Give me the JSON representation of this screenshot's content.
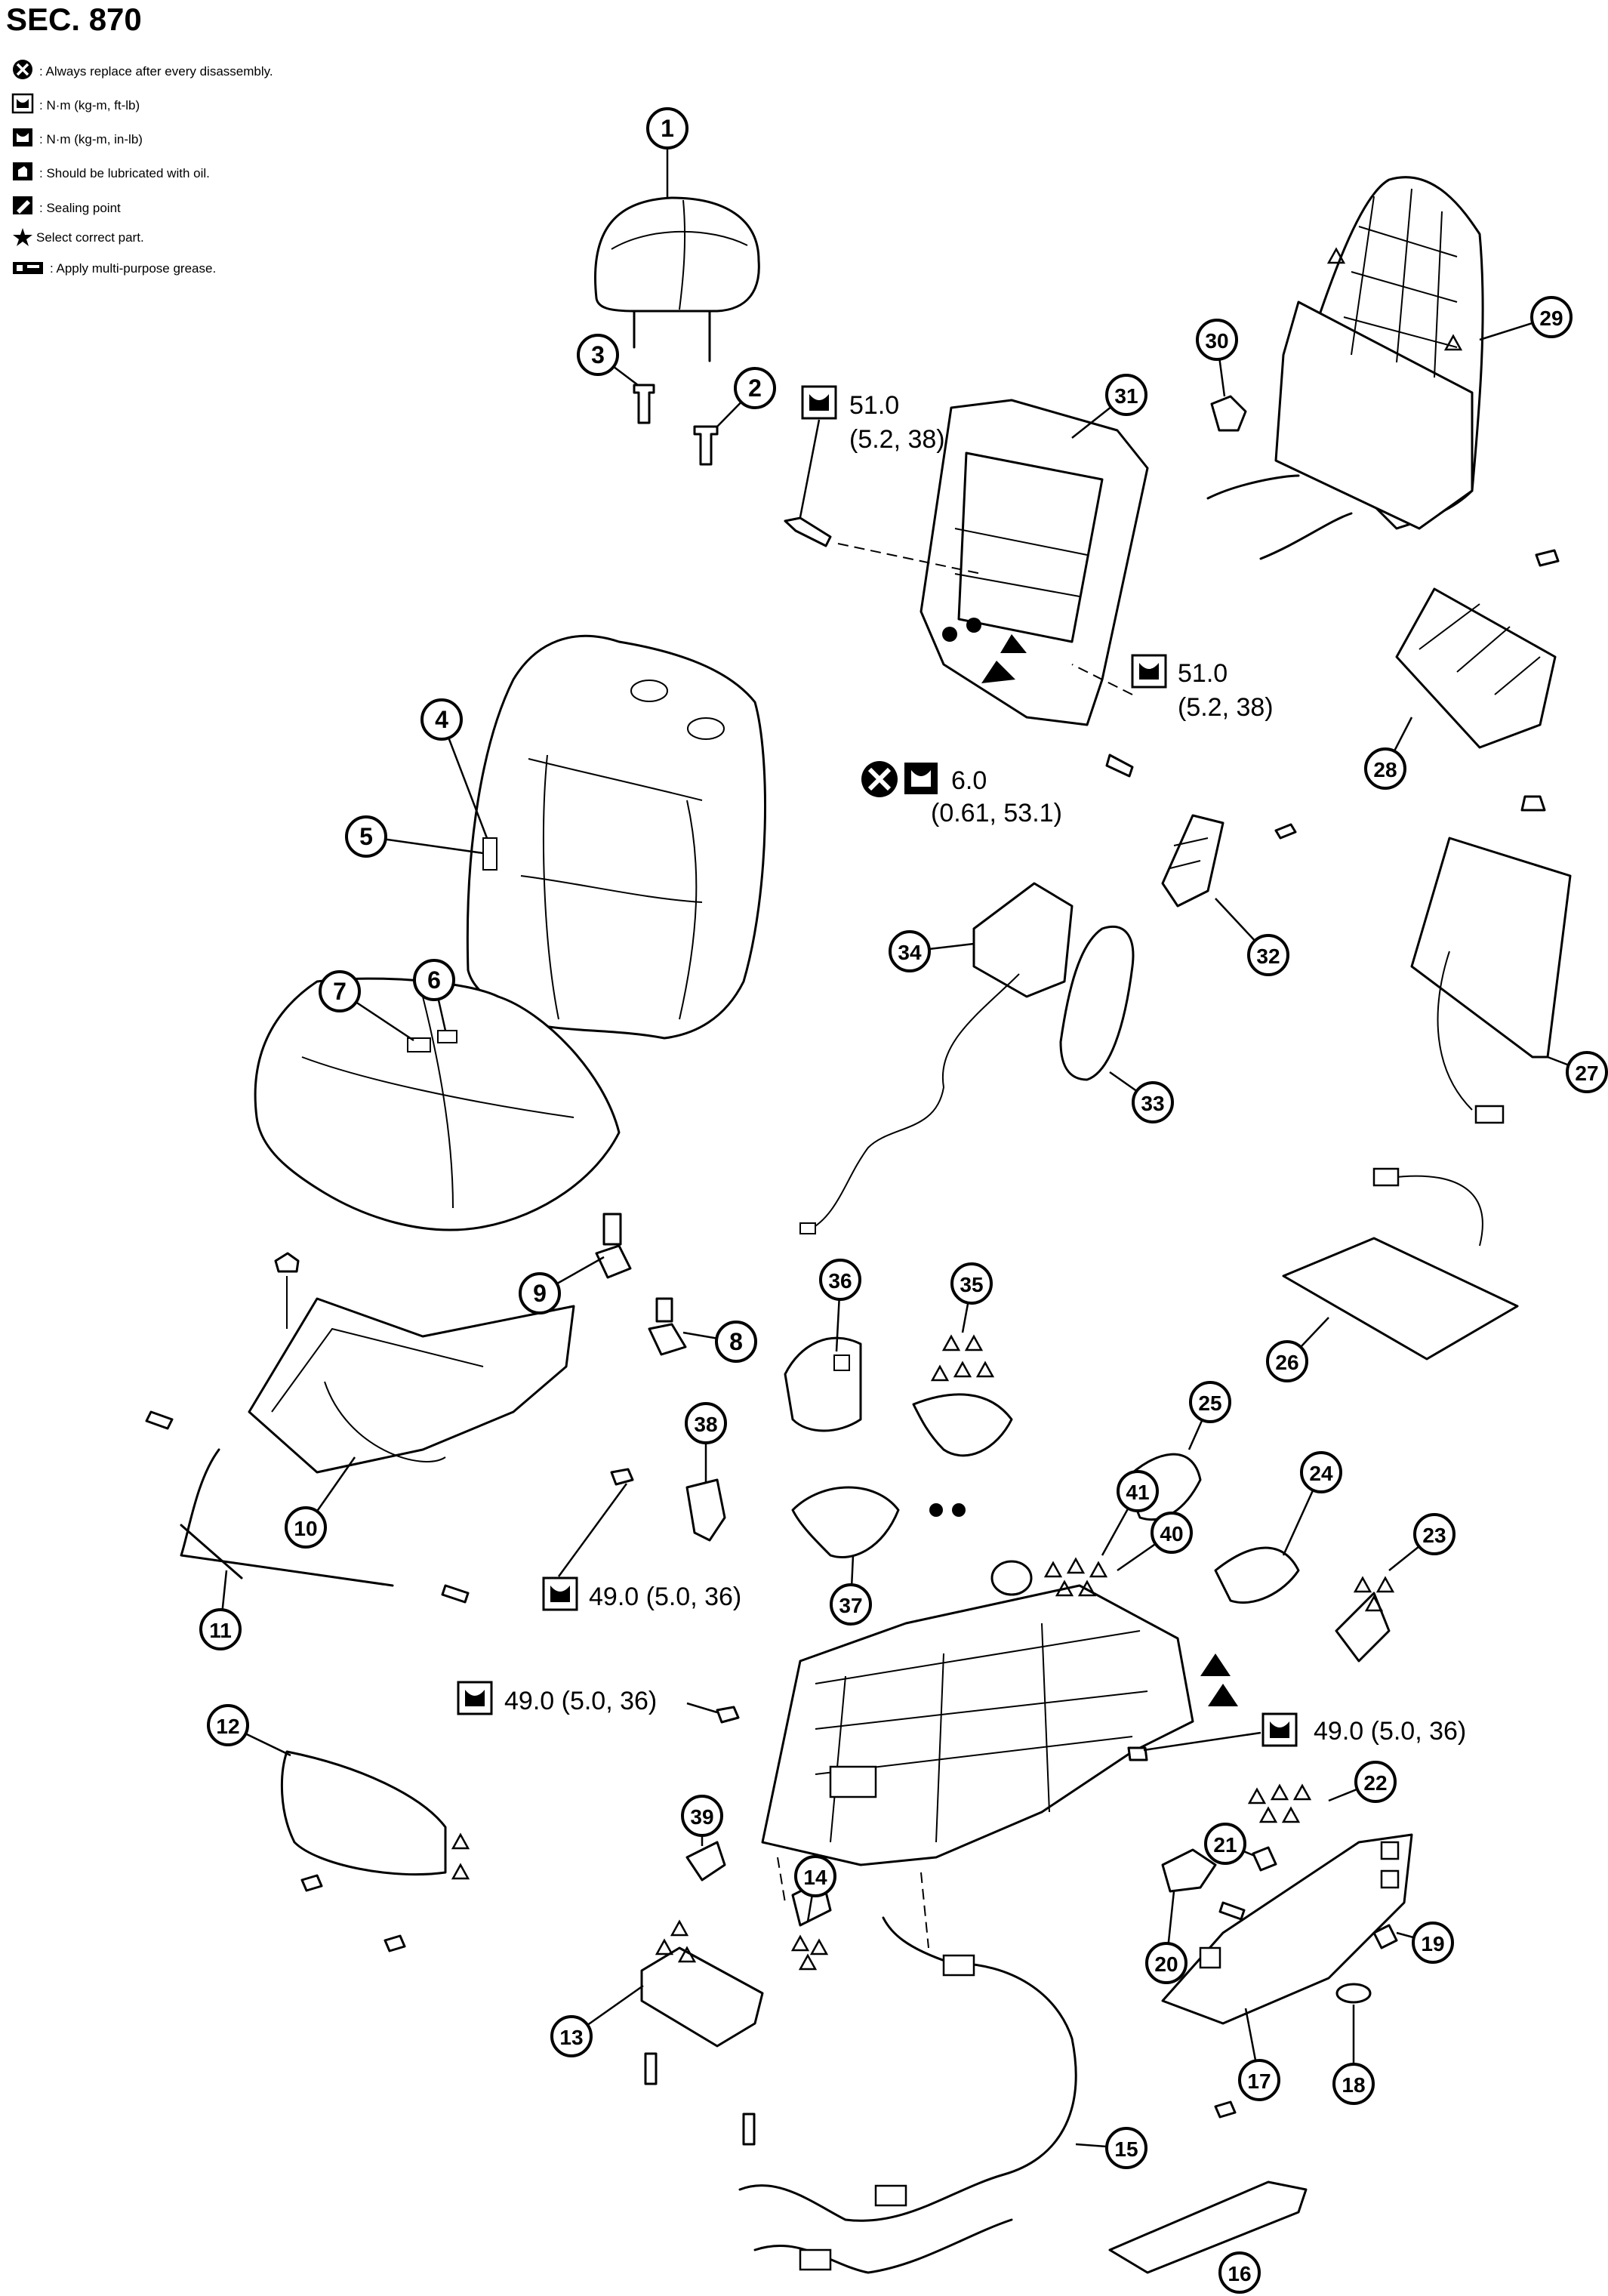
{
  "header": {
    "title": "SEC. 870"
  },
  "legend": [
    {
      "icon": "x-circle-icon",
      "text": ": Always replace after every disassembly."
    },
    {
      "icon": "torque-ftlb-icon",
      "text": ": N·m (kg-m, ft-lb)"
    },
    {
      "icon": "torque-inlb-icon",
      "text": ": N·m (kg-m, in-lb)"
    },
    {
      "icon": "oil-can-icon",
      "text": ": Should be lubricated with oil."
    },
    {
      "icon": "sealing-point-icon",
      "text": ": Sealing point"
    },
    {
      "icon": "star-icon",
      "text": "Select correct part."
    },
    {
      "icon": "grease-icon",
      "text": ": Apply multi-purpose grease."
    }
  ],
  "torques": [
    {
      "id": "t1",
      "l1": "51.0",
      "l2": "(5.2, 38)"
    },
    {
      "id": "t2",
      "l1": "51.0",
      "l2": "(5.2, 38)"
    },
    {
      "id": "t3",
      "l1": "6.0",
      "l2": "(0.61, 53.1)"
    },
    {
      "id": "t4",
      "l1": "49.0 (5.0, 36)"
    },
    {
      "id": "t5",
      "l1": "49.0 (5.0, 36)"
    },
    {
      "id": "t6",
      "l1": "49.0 (5.0, 36)"
    }
  ],
  "callouts": [
    "1",
    "2",
    "3",
    "4",
    "5",
    "6",
    "7",
    "8",
    "9",
    "10",
    "11",
    "12",
    "13",
    "14",
    "15",
    "16",
    "17",
    "18",
    "19",
    "20",
    "21",
    "22",
    "23",
    "24",
    "25",
    "26",
    "27",
    "28",
    "29",
    "30",
    "31",
    "32",
    "33",
    "34",
    "35",
    "36",
    "37",
    "38",
    "39",
    "40",
    "41"
  ]
}
